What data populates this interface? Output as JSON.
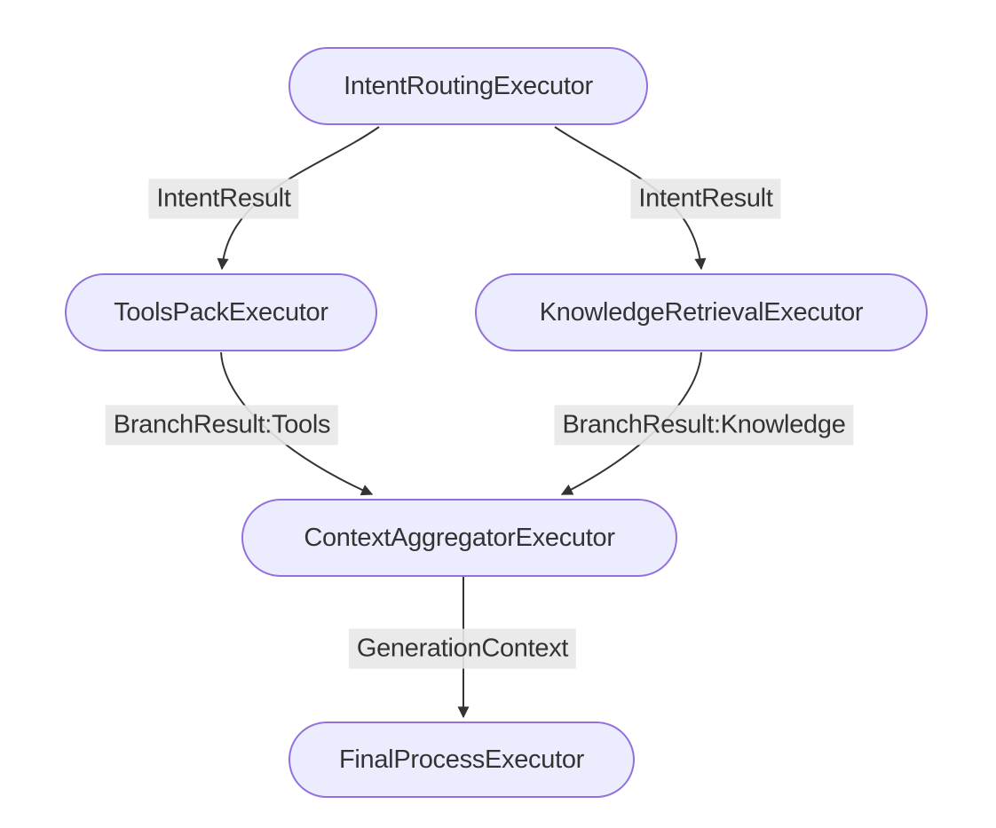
{
  "diagram": {
    "type": "flowchart",
    "direction": "top-down",
    "colors": {
      "background": "#ffffff",
      "node_fill": "#ECECFF",
      "node_border": "#9370DB",
      "edge": "#333333",
      "label_bg": "rgba(232,232,232,0.9)",
      "text": "#333333"
    },
    "nodes": [
      {
        "id": "intent-routing",
        "label": "IntentRoutingExecutor"
      },
      {
        "id": "tools-pack",
        "label": "ToolsPackExecutor"
      },
      {
        "id": "knowledge-retrieval",
        "label": "KnowledgeRetrievalExecutor"
      },
      {
        "id": "context-aggregator",
        "label": "ContextAggregatorExecutor"
      },
      {
        "id": "final-process",
        "label": "FinalProcessExecutor"
      }
    ],
    "edges": [
      {
        "from": "IntentRoutingExecutor",
        "to": "ToolsPackExecutor",
        "label": "IntentResult"
      },
      {
        "from": "IntentRoutingExecutor",
        "to": "KnowledgeRetrievalExecutor",
        "label": "IntentResult"
      },
      {
        "from": "ToolsPackExecutor",
        "to": "ContextAggregatorExecutor",
        "label": "BranchResult:Tools"
      },
      {
        "from": "KnowledgeRetrievalExecutor",
        "to": "ContextAggregatorExecutor",
        "label": "BranchResult:Knowledge"
      },
      {
        "from": "ContextAggregatorExecutor",
        "to": "FinalProcessExecutor",
        "label": "GenerationContext"
      }
    ]
  }
}
